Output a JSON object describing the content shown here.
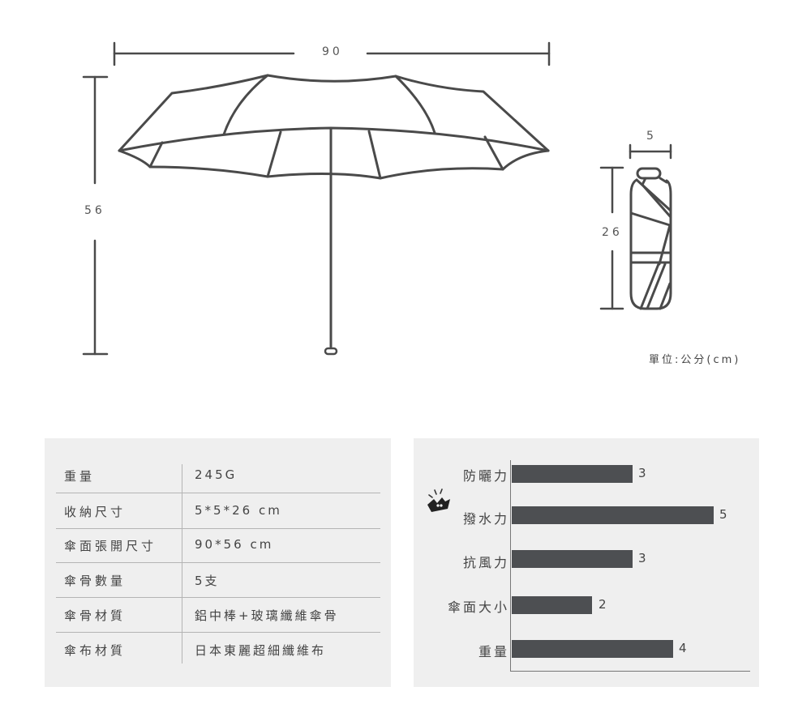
{
  "diagram": {
    "open_width_label": "90",
    "open_height_label": "56",
    "folded_width_label": "5",
    "folded_length_label": "26",
    "unit_label": "單位:公分(cm)",
    "stroke_color": "#4a4a4a"
  },
  "specs": {
    "rows": [
      {
        "key": "重量",
        "value": "245G"
      },
      {
        "key": "收納尺寸",
        "value": "5*5*26 cm"
      },
      {
        "key": "傘面張開尺寸",
        "value": "90*56 cm"
      },
      {
        "key": "傘骨數量",
        "value": "5支"
      },
      {
        "key": "傘骨材質",
        "value": "鋁中棒+玻璃纖維傘骨"
      },
      {
        "key": "傘布材質",
        "value": "日本東麗超細纖維布"
      }
    ]
  },
  "chart": {
    "bars": [
      {
        "label": "防曬力",
        "value": "3"
      },
      {
        "label": "撥水力",
        "value": "5",
        "highlight": "crown-icon"
      },
      {
        "label": "抗風力",
        "value": "3"
      },
      {
        "label": "傘面大小",
        "value": "2"
      },
      {
        "label": "重量",
        "value": "4"
      }
    ],
    "bar_color": "#4d4f52"
  },
  "chart_data": {
    "type": "bar",
    "orientation": "horizontal",
    "categories": [
      "防曬力",
      "撥水力",
      "抗風力",
      "傘面大小",
      "重量"
    ],
    "values": [
      3,
      5,
      3,
      2,
      4
    ],
    "title": "",
    "xlabel": "",
    "ylabel": "",
    "xlim": [
      0,
      6
    ],
    "grid": false,
    "legend": null,
    "data_labels": true,
    "annotations": [
      "crown icon next to 撥水力 (highest score)"
    ]
  }
}
